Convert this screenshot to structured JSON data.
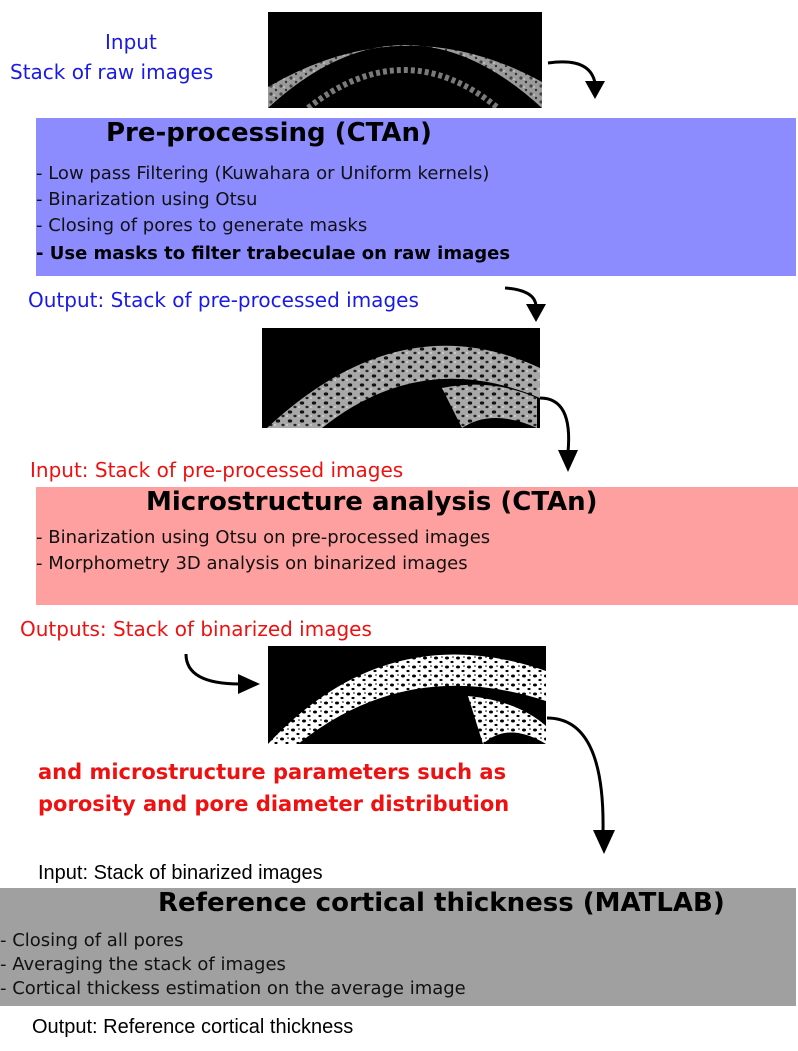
{
  "input_stage": {
    "label_line1": "Input",
    "label_line2": "Stack of  raw images"
  },
  "preprocessing": {
    "title": "Pre-processing (CTAn)",
    "bullets": [
      "- Low pass Filtering (Kuwahara or Uniform kernels)",
      "- Binarization using Otsu",
      "- Closing of pores to generate masks",
      "- Use masks to filter trabeculae on raw images"
    ],
    "output_label": "Output: Stack of pre-processed images"
  },
  "microstructure": {
    "input_label": "Input: Stack of pre-processed images",
    "title": "Microstructure analysis (CTAn)",
    "bullets": [
      "- Binarization using Otsu on pre-processed images",
      "- Morphometry 3D analysis on binarized images"
    ],
    "output_label": "Outputs: Stack of binarized images",
    "output_params_line1": "and microstructure parameters such as",
    "output_params_line2": "porosity and pore diameter distribution"
  },
  "reference": {
    "input_label": "Input: Stack of binarized images",
    "title": "Reference cortical thickness (MATLAB)",
    "bullets": [
      "- Closing of all pores",
      "- Averaging the stack of images",
      "- Cortical thickess estimation on the average image"
    ],
    "output_label": "Output: Reference cortical thickness"
  },
  "colors": {
    "blue_text": "#1a1ae6",
    "red_text": "#ee1111",
    "preprocessing_box": "#8c8cff",
    "microstructure_box": "#ffa0a0",
    "reference_box": "#a0a0a0"
  },
  "images": {
    "raw": "raw-ct-slice",
    "preprocessed": "preprocessed-ct-slice",
    "binarized": "binarized-ct-slice"
  }
}
